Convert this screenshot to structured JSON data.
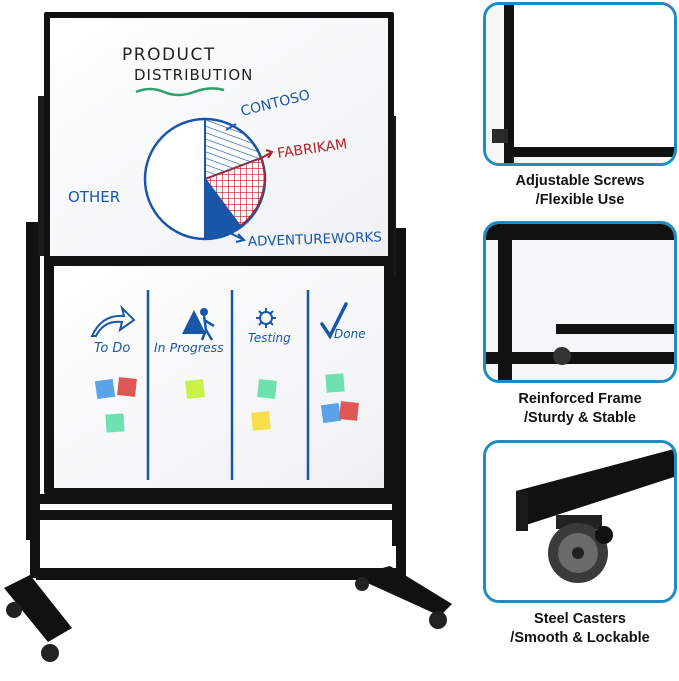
{
  "top_board": {
    "title_line1": "PRODUCT",
    "title_line2": "DISTRIBUTION",
    "pie_labels": {
      "contoso": "CONTOSO",
      "fabrikam": "FABRIKAM",
      "other": "OTHER",
      "adventureworks": "ADVENTUREWORKS"
    }
  },
  "bottom_board": {
    "columns": [
      "To Do",
      "In Progress",
      "Testing",
      "Done"
    ]
  },
  "features": [
    {
      "line1": "Adjustable Screws",
      "line2": "/Flexible Use"
    },
    {
      "line1": "Reinforced Frame",
      "line2": "/Sturdy & Stable"
    },
    {
      "line1": "Steel Casters",
      "line2": "/Smooth & Lockable"
    }
  ],
  "colors": {
    "frame": "#111111",
    "callout_border": "#1e8bc3",
    "marker_blue": "#1a56a8",
    "marker_red": "#b3222a",
    "marker_green": "#2f9e6b",
    "note_blue": "#5aa3e8",
    "note_red": "#e05555",
    "note_green": "#6fe0b0",
    "note_lime": "#c8f24a",
    "note_yellow": "#f6e04a"
  }
}
